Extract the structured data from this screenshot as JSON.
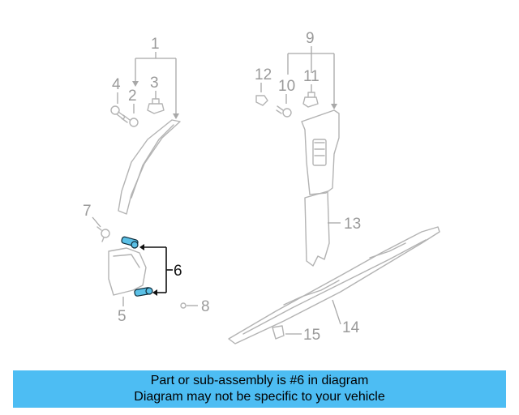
{
  "callouts": {
    "c1": "1",
    "c2": "2",
    "c3": "3",
    "c4": "4",
    "c5": "5",
    "c6": "6",
    "c7": "7",
    "c8": "8",
    "c9": "9",
    "c10": "10",
    "c11": "11",
    "c12": "12",
    "c13": "13",
    "c14": "14",
    "c15": "15"
  },
  "highlighted_part": "6",
  "banner": {
    "line1": "Part or sub-assembly is #6 in diagram",
    "line2": "Diagram may not be specific to your vehicle",
    "color": "#4dbdf3"
  },
  "colors": {
    "highlight": "#5bc0e6",
    "parts": "#b3b3b3"
  }
}
